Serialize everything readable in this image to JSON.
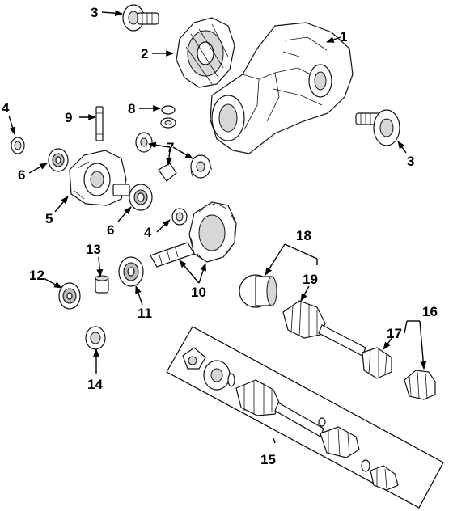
{
  "callouts": {
    "c1": "1",
    "c2": "2",
    "c3a": "3",
    "c3b": "3",
    "c4a": "4",
    "c4b": "4",
    "c5": "5",
    "c6a": "6",
    "c6b": "6",
    "c7": "7",
    "c8": "8",
    "c9": "9",
    "c10": "10",
    "c11": "11",
    "c12": "12",
    "c13": "13",
    "c14": "14",
    "c15": "15",
    "c16": "16",
    "c17": "17",
    "c18": "18",
    "c19": "19"
  }
}
